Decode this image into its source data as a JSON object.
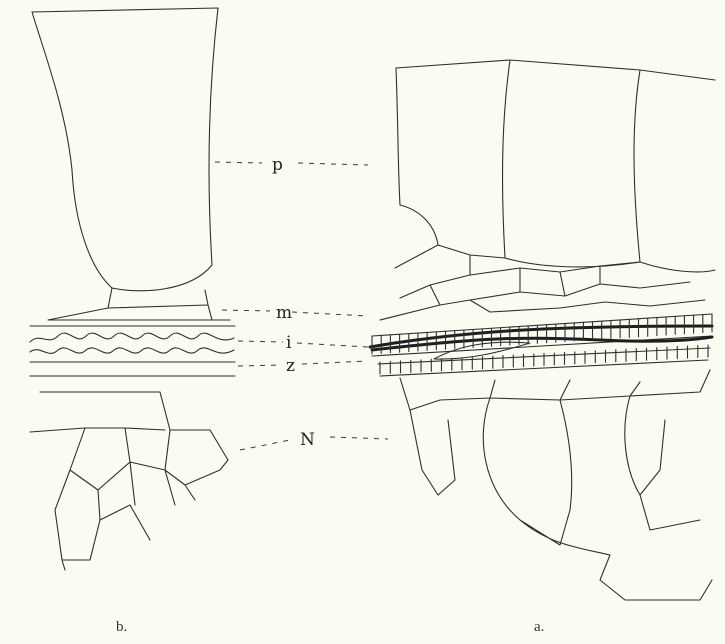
{
  "labels": {
    "p": "p",
    "m": "m",
    "i": "i",
    "z": "z",
    "n": "N"
  },
  "captions": {
    "left": "b.",
    "right": "a."
  }
}
